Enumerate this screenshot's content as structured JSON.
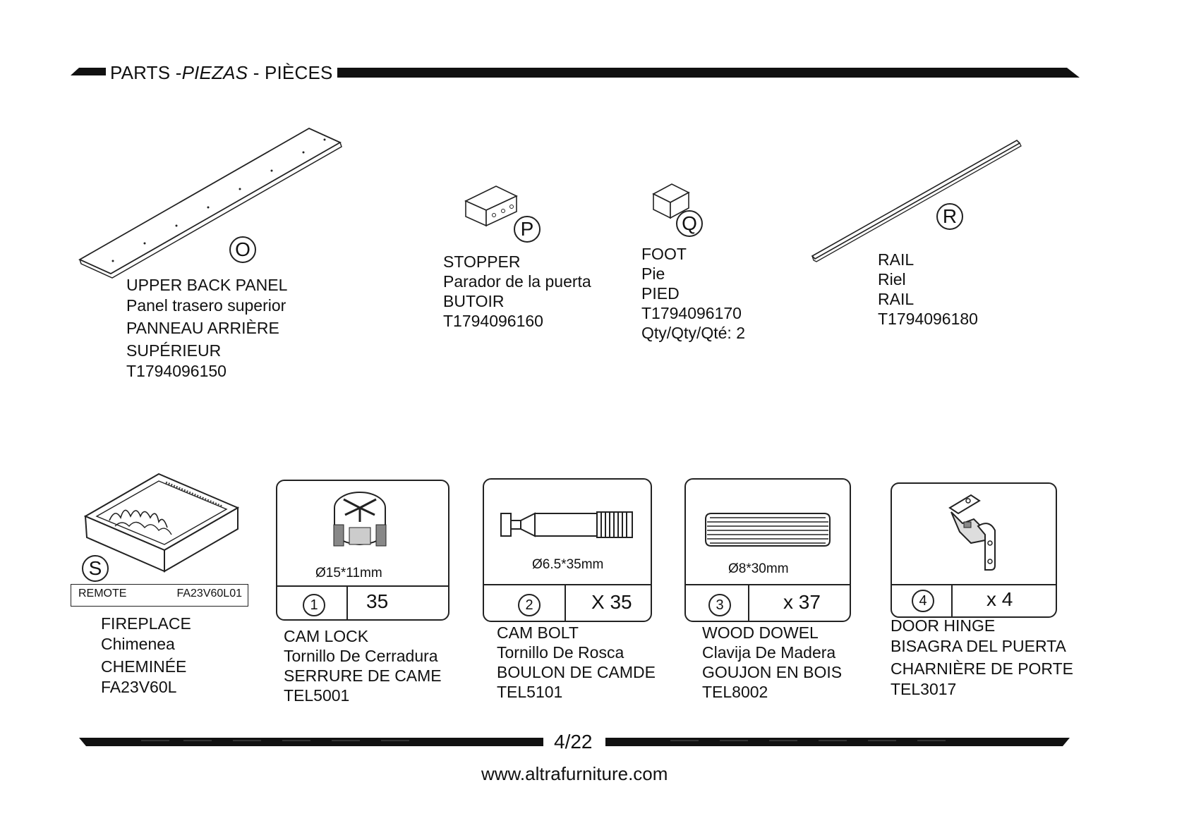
{
  "header": {
    "title_part1": "PARTS -",
    "title_part2": "PIEZAS",
    "title_part3": " - PIÈCES"
  },
  "parts_top": [
    {
      "letter": "O",
      "lines": [
        "UPPER BACK PANEL",
        "Panel trasero superior",
        "PANNEAU ARRIÈRE",
        "SUPÉRIEUR",
        "T1794096150"
      ]
    },
    {
      "letter": "P",
      "lines": [
        "STOPPER",
        "Parador de la puerta",
        "BUTOIR",
        "T1794096160"
      ]
    },
    {
      "letter": "Q",
      "lines": [
        "FOOT",
        "Pie",
        "PIED",
        "T1794096170",
        "Qty/Qty/Qté: 2"
      ]
    },
    {
      "letter": "R",
      "lines": [
        "RAIL",
        "Riel",
        "RAIL",
        "T1794096180"
      ]
    }
  ],
  "fireplace": {
    "letter": "S",
    "remote_label": "REMOTE",
    "remote_code": "FA23V60L01",
    "lines": [
      "FIREPLACE",
      "Chimenea",
      "CHEMINÉE",
      "FA23V60L"
    ]
  },
  "hardware": [
    {
      "num": "1",
      "dimension": "Ø15*11mm",
      "qty": "35",
      "lines": [
        "CAM LOCK",
        "Tornillo De Cerradura",
        "SERRURE DE CAME",
        "TEL5001"
      ]
    },
    {
      "num": "2",
      "dimension": "Ø6.5*35mm",
      "qty": "X 35",
      "lines": [
        "CAM BOLT",
        "Tornillo De Rosca",
        "BOULON DE CAMDE",
        "TEL5101"
      ]
    },
    {
      "num": "3",
      "dimension": "Ø8*30mm",
      "qty": "x 37",
      "lines": [
        "WOOD DOWEL",
        "Clavija De Madera",
        "GOUJON EN BOIS",
        "TEL8002"
      ]
    },
    {
      "num": "4",
      "dimension": "",
      "qty": "x 4",
      "lines": [
        "DOOR HINGE",
        "BISAGRA DEL PUERTA",
        "CHARNIÈRE DE PORTE",
        "TEL3017"
      ]
    }
  ],
  "footer": {
    "page": "4/22",
    "url": "www.altrafurniture.com"
  }
}
